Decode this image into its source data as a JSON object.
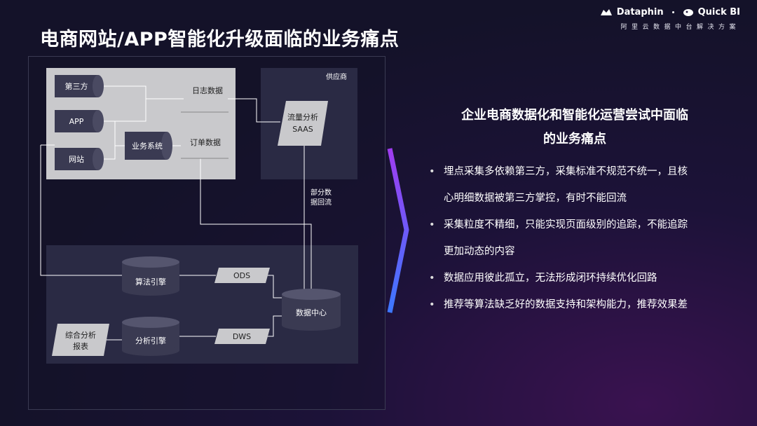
{
  "slide": {
    "title": "电商网站/APP智能化升级面临的业务痛点"
  },
  "brand": {
    "dataphin": "Dataphin",
    "quickbi": "Quick BI",
    "subtitle": "阿里云数据中台解决方案"
  },
  "diagram": {
    "nodes": {
      "third_party": "第三方",
      "app": "APP",
      "website": "网站",
      "business_system": "业务系统",
      "log_data": "日志数据",
      "order_data": "订单数据",
      "supplier": "供应商",
      "traffic_analysis_l1": "流量分析",
      "traffic_analysis_l2": "SAAS",
      "partial_return_l1": "部分数",
      "partial_return_l2": "据回流",
      "algorithm_engine": "算法引擎",
      "analysis_engine": "分析引擎",
      "ods": "ODS",
      "dws": "DWS",
      "data_center": "数据中心",
      "report_l1": "综合分析",
      "report_l2": "报表"
    }
  },
  "right": {
    "title_l1": "企业电商数据化和智能化运营尝试中面临",
    "title_l2": "的业务痛点",
    "bullets": [
      {
        "l1": "埋点采集多依赖第三方，采集标准不规范不统一，且核",
        "l2": "心明细数据被第三方掌控，有时不能回流"
      },
      {
        "l1": "采集粒度不精细，只能实现页面级别的追踪，不能追踪",
        "l2": "更加动态的内容"
      },
      {
        "l1": "数据应用彼此孤立，无法形成闭环持续优化回路",
        "l2": ""
      },
      {
        "l1": "推荐等算法缺乏好的数据支持和架构能力，推荐效果差",
        "l2": ""
      }
    ]
  },
  "colors": {
    "accent_purple": "#8b3cf0",
    "accent_blue": "#3c78ff",
    "panel_light": "#c8c8cc",
    "panel_dark": "#2b2b44",
    "node_dark": "#3a3a52"
  }
}
